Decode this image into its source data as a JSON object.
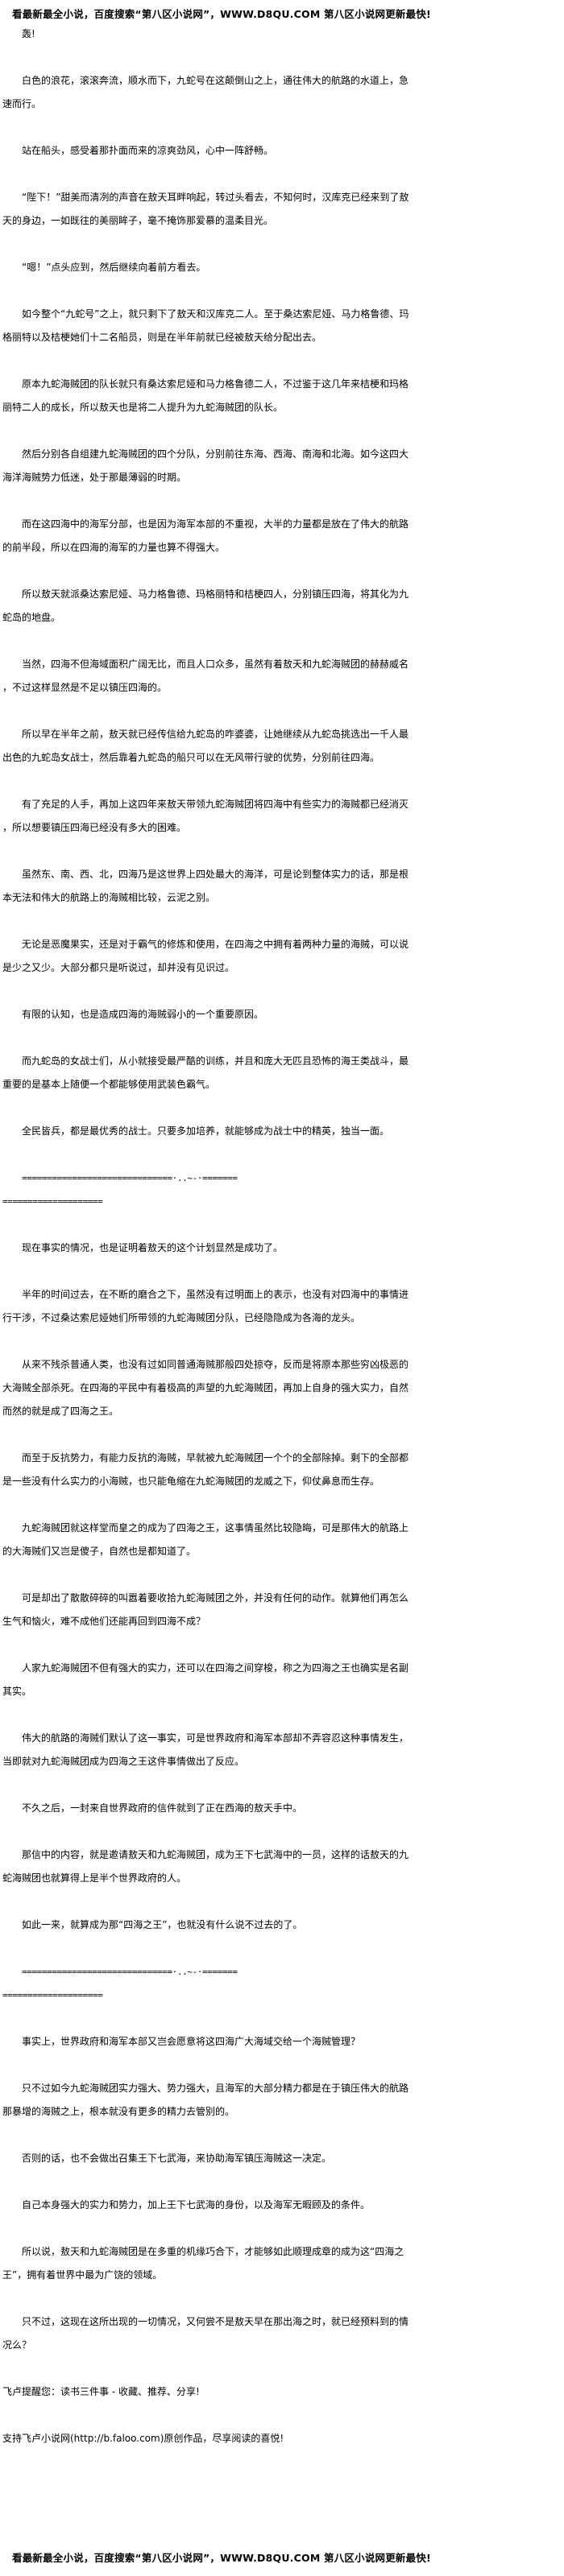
{
  "banner": "看最新最全小说，百度搜索“第八区小说网”，WWW.D8QU.COM 第八区小说网更新最快!",
  "chapter": {
    "title": "轰!",
    "separator": {
      "line1": "==============================·..~-·=======",
      "line2": "===================="
    },
    "content": [
      {
        "type": "p",
        "text": "白色的浪花，滚滚奔流，顺水而下，九蛇号在这颠倒山之上，通往伟大的航路的水道上，急速而行。"
      },
      {
        "type": "p",
        "text": "站在船头，感受着那扑面而来的凉爽劲风，心中一阵舒畅。"
      },
      {
        "type": "p",
        "text": "“陛下！”甜美而清冽的声音在敖天耳畔响起，转过头看去，不知何时，汉库克已经来到了敖天的身边，一如既往的美丽眸子，毫不掩饰那爱慕的温柔目光。"
      },
      {
        "type": "p",
        "text": "“嗯！”点头应到，然后继续向着前方看去。"
      },
      {
        "type": "p",
        "text": "如今整个“九蛇号”之上，就只剩下了敖天和汉库克二人。至于桑达索尼娅、马力格鲁德、玛格丽特以及桔梗她们十二名船员，则是在半年前就已经被敖天给分配出去。"
      },
      {
        "type": "p",
        "text": "原本九蛇海贼团的队长就只有桑达索尼娅和马力格鲁德二人，不过鉴于这几年来桔梗和玛格丽特二人的成长，所以敖天也是将二人提升为九蛇海贼团的队长。"
      },
      {
        "type": "p",
        "text": "然后分别各自组建九蛇海贼团的四个分队，分别前往东海、西海、南海和北海。如今这四大海洋海贼势力低迷，处于那最薄弱的时期。"
      },
      {
        "type": "p",
        "text": "而在这四海中的海军分部，也是因为海军本部的不重视，大半的力量都是放在了伟大的航路的前半段，所以在四海的海军的力量也算不得强大。"
      },
      {
        "type": "p",
        "text": "所以敖天就派桑达索尼娅、马力格鲁德、玛格丽特和桔梗四人，分别镇压四海，将其化为九蛇岛的地盘。"
      },
      {
        "type": "p",
        "text": "当然，四海不但海域面积广阔无比，而且人口众多，虽然有着敖天和九蛇海贼团的赫赫威名，不过这样显然是不足以镇压四海的。"
      },
      {
        "type": "p",
        "text": "所以早在半年之前，敖天就已经传信给九蛇岛的咋婆婆，让她继续从九蛇岛挑选出一千人最出色的九蛇岛女战士，然后靠着九蛇岛的船只可以在无风带行驶的优势，分别前往四海。"
      },
      {
        "type": "p",
        "text": "有了充足的人手，再加上这四年来敖天带领九蛇海贼团将四海中有些实力的海贼都已经消灭，所以想要镇压四海已经没有多大的困难。"
      },
      {
        "type": "p",
        "text": "虽然东、南、西、北，四海乃是这世界上四处最大的海洋，可是论到整体实力的话，那是根本无法和伟大的航路上的海贼相比较，云泥之别。"
      },
      {
        "type": "p",
        "text": "无论是恶魔果实，还是对于霸气的修炼和使用，在四海之中拥有着两种力量的海贼，可以说是少之又少。大部分都只是听说过，却并没有见识过。"
      },
      {
        "type": "p",
        "text": "有限的认知，也是造成四海的海贼弱小的一个重要原因。"
      },
      {
        "type": "p",
        "text": "而九蛇岛的女战士们，从小就接受最严酷的训练，并且和庞大无匹且恐怖的海王类战斗，最重要的是基本上随便一个都能够使用武装色霸气。"
      },
      {
        "type": "p",
        "text": "全民皆兵，都是最优秀的战士。只要多加培养，就能够成为战士中的精英，独当一面。"
      },
      {
        "type": "sep"
      },
      {
        "type": "p",
        "text": "现在事实的情况，也是证明着敖天的这个计划显然是成功了。"
      },
      {
        "type": "p",
        "text": "半年的时间过去，在不断的磨合之下，虽然没有过明面上的表示，也没有对四海中的事情进行干涉，不过桑达索尼娅她们所带领的九蛇海贼团分队，已经隐隐成为各海的龙头。"
      },
      {
        "type": "p",
        "text": "从来不残杀普通人类，也没有过如同普通海贼那般四处掠夺，反而是将原本那些穷凶极恶的大海贼全部杀死。在四海的平民中有着极高的声望的九蛇海贼团，再加上自身的强大实力，自然而然的就是成了四海之王。"
      },
      {
        "type": "p",
        "text": "而至于反抗势力，有能力反抗的海贼，早就被九蛇海贼团一个个的全部除掉。剩下的全部都是一些没有什么实力的小海贼，也只能龟缩在九蛇海贼团的龙威之下，仰仗鼻息而生存。"
      },
      {
        "type": "p",
        "text": "九蛇海贼团就这样堂而皇之的成为了四海之王，这事情虽然比较隐晦，可是那伟大的航路上的大海贼们又岂是傻子，自然也是都知道了。"
      },
      {
        "type": "p",
        "text": "可是却出了散散碎碎的叫嚣着要收拾九蛇海贼团之外，并没有任何的动作。就算他们再怎么生气和恼火，难不成他们还能再回到四海不成？"
      },
      {
        "type": "p",
        "text": "人家九蛇海贼团不但有强大的实力，还可以在四海之间穿梭，称之为四海之王也确实是名副其实。"
      },
      {
        "type": "p",
        "text": "伟大的航路的海贼们默认了这一事实，可是世界政府和海军本部却不弄容忍这种事情发生，当即就对九蛇海贼团成为四海之王这件事情做出了反应。"
      },
      {
        "type": "p",
        "text": "不久之后，一封来自世界政府的信件就到了正在西海的敖天手中。"
      },
      {
        "type": "p",
        "text": "那信中的内容，就是邀请敖天和九蛇海贼团，成为王下七武海中的一员，这样的话敖天的九蛇海贼团也就算得上是半个世界政府的人。"
      },
      {
        "type": "p",
        "text": "如此一来，就算成为那“四海之王”，也就没有什么说不过去的了。"
      },
      {
        "type": "sep"
      },
      {
        "type": "p",
        "text": "事实上，世界政府和海军本部又岂会愿意将这四海广大海域交给一个海贼管理？"
      },
      {
        "type": "p",
        "text": "只不过如今九蛇海贼团实力强大、势力强大，且海军的大部分精力都是在于镇压伟大的航路那暴增的海贼之上，根本就没有更多的精力去管别的。"
      },
      {
        "type": "p",
        "text": "否则的话，也不会做出召集王下七武海，来协助海军镇压海贼这一决定。"
      },
      {
        "type": "p",
        "text": "自己本身强大的实力和势力，加上王下七武海的身份，以及海军无暇顾及的条件。"
      },
      {
        "type": "p",
        "text": "所以说，敖天和九蛇海贼团是在多重的机缘巧合下，才能够如此顺理成章的成为这“四海之王”，拥有着世界中最为广饶的领域。"
      },
      {
        "type": "p",
        "text": "只不过，这现在这所出现的一切情况，又何尝不是敖天早在那出海之时，就已经预料到的情况么？"
      },
      {
        "type": "plain",
        "text": "飞卢提醒您：读书三件事 - 收藏、推荐、分享!"
      },
      {
        "type": "plain",
        "text": "支持飞卢小说网(http://b.faloo.com)原创作品，尽享阅读的喜悦!"
      }
    ]
  }
}
